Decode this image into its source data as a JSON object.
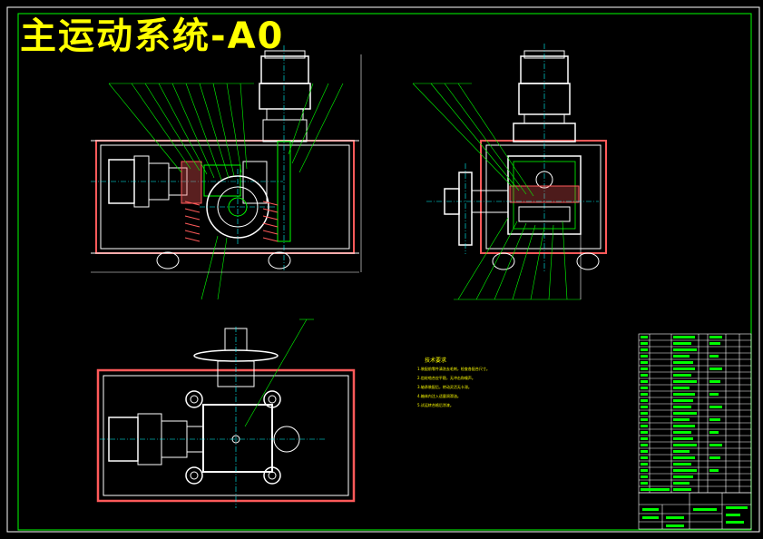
{
  "drawing": {
    "title": "主运动系统-A0",
    "background": "#000000",
    "line_colors": {
      "outline": "#ffffff",
      "centerline": "#00ffff",
      "leader": "#00ff00",
      "housing": "#ff5a5a",
      "frame": "#00ff00",
      "title_text": "#ffff00"
    }
  },
  "views": [
    {
      "id": "front-section-view"
    },
    {
      "id": "side-section-view"
    },
    {
      "id": "top-view"
    }
  ],
  "technical_requirements": {
    "title": "技术要求",
    "lines": [
      "1.装配前零件清洗去毛刺，检查各配合尺寸。",
      "2.齿轮啮合应平稳，无冲击和噪声。",
      "3.轴承装配后，转动灵活无卡滞。",
      "4.箱体内注入适量润滑油。",
      "5.试运转合格后涂漆。"
    ]
  }
}
